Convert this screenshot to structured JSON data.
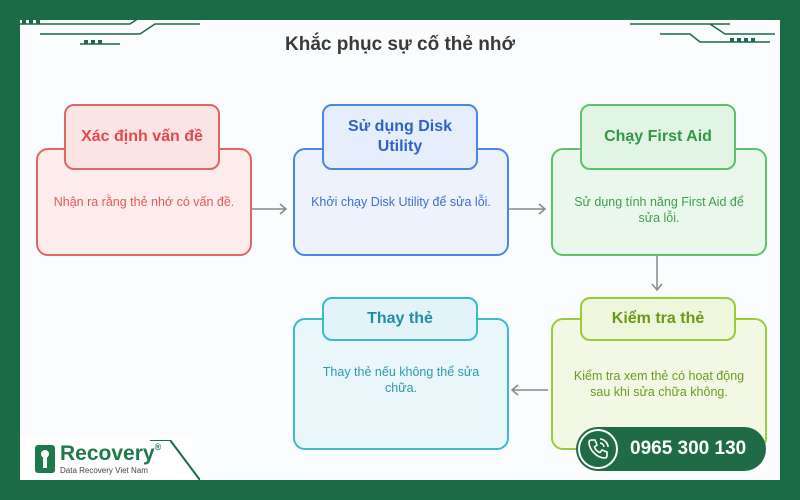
{
  "title": "Khắc phục sự cố thẻ nhớ",
  "steps": [
    {
      "heading": "Xác định vấn đề",
      "desc": "Nhận ra rằng thẻ nhớ có vấn đề."
    },
    {
      "heading": "Sử dụng Disk Utility",
      "desc": "Khởi chạy Disk Utility để sửa lỗi."
    },
    {
      "heading": "Chạy First Aid",
      "desc": "Sử dụng tính năng First Aid để sửa lỗi."
    },
    {
      "heading": "Kiểm tra thẻ",
      "desc": "Kiểm tra xem thẻ có hoạt động sau khi sửa chữa không."
    },
    {
      "heading": "Thay thẻ",
      "desc": "Thay thẻ nếu không thể sửa chữa."
    }
  ],
  "logo": {
    "name": "Recovery",
    "reg": "®",
    "tagline": "Data Recovery Viet Nam"
  },
  "phone": "0965 300 130",
  "colors": {
    "frame": "#1a6b46",
    "red": "#e06666",
    "blue": "#4a86e8",
    "green": "#5cc26b",
    "lime": "#9acc3a",
    "cyan": "#3bb9cf"
  }
}
